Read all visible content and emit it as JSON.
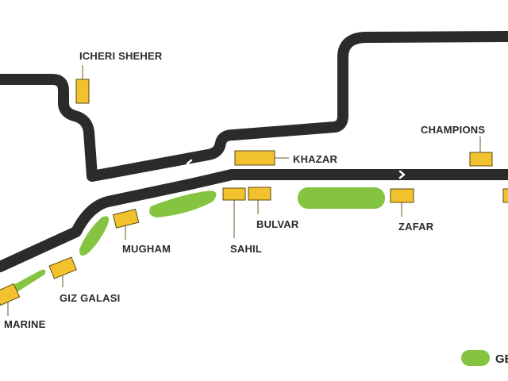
{
  "colors": {
    "track": "#2b2b2b",
    "marker_fill": "#f2c12e",
    "marker_stroke": "#5a4a12",
    "grandstand_green": "#84c441",
    "label_text": "#2a2a2a",
    "background": "#ffffff",
    "arrow": "#ffffff"
  },
  "labels": {
    "icheri_sheher": "ICHERI SHEHER",
    "champions": "CHAMPIONS",
    "khazar": "KHAZAR",
    "bulvar": "BULVAR",
    "zafar": "ZAFAR",
    "sahil": "SAHIL",
    "mugham": "MUGHAM",
    "giz_galasi": "GIZ GALASI",
    "marine": "MARINE"
  },
  "legend": {
    "grandstand_label": "GE"
  },
  "icons": {
    "direction_arrow": "chevron-arrow-icon",
    "zone_marker": "grandstand-marker-icon",
    "green_area": "green-area-icon"
  }
}
